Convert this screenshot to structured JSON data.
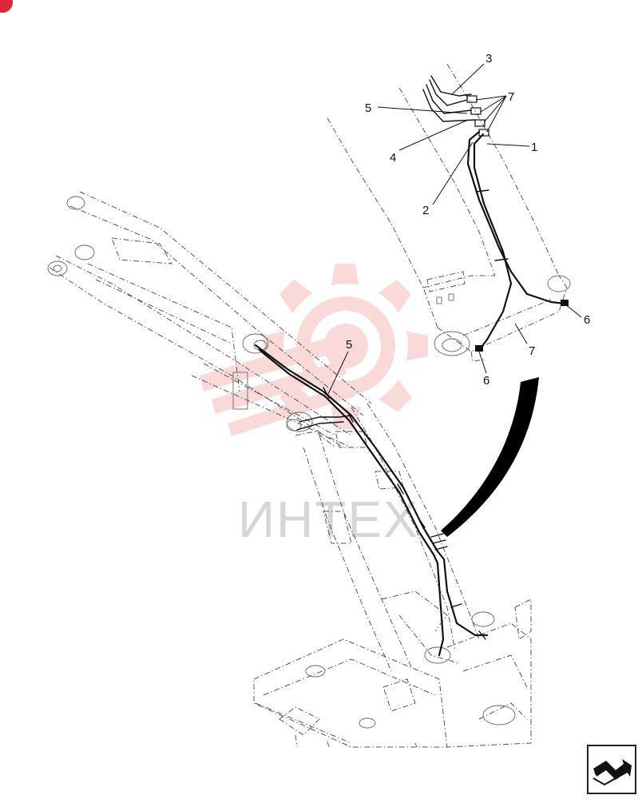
{
  "watermark": {
    "text": "ИНТЕХ",
    "logo_icon": "gear-logo-icon",
    "color": "#f08a8a"
  },
  "callouts": {
    "c3": "3",
    "c7a": "7",
    "c5a": "5",
    "c1": "1",
    "c4": "4",
    "c2": "2",
    "c6a": "6",
    "c7b": "7",
    "c6b": "6",
    "c5b": "5"
  },
  "icons": {
    "navigation": "next-page-arrow-icon",
    "badge": "corner-badge-icon"
  },
  "colors": {
    "line": "#111111",
    "ghost": "#555555",
    "badge": "#e0253b"
  }
}
